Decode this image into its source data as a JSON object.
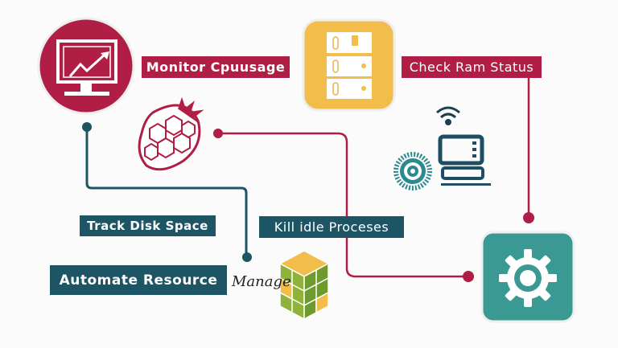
{
  "colors": {
    "red": "#b01e45",
    "teal_dark": "#1d5565",
    "teal": "#3a9a93",
    "yellow": "#f2bd4a",
    "green": "#8fb33a"
  },
  "labels": {
    "monitor_cpu": "Monitor Cpuusage",
    "check_ram": "Check Ram Status",
    "track_disk": "Track Disk Space",
    "kill_idle": "Kill idle Proceses",
    "automate": "Automate Resource",
    "automate_script": "Manage"
  },
  "icons": [
    "monitor-chart-icon",
    "server-icon",
    "strawberry-icon",
    "wifi-computer-gear-icon",
    "settings-gear-icon",
    "cube-stack-icon"
  ]
}
